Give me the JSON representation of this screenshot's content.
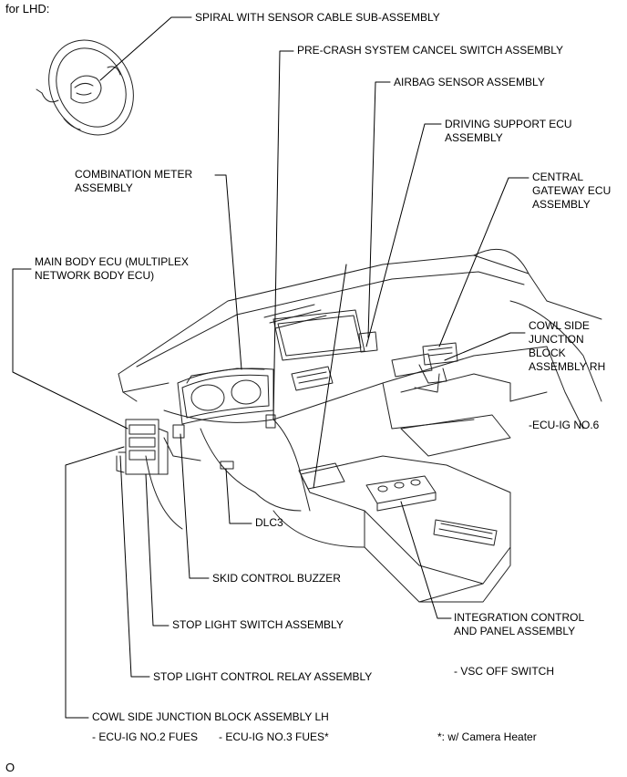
{
  "header": {
    "variant": "for LHD:"
  },
  "labels": {
    "spiral": "SPIRAL WITH SENSOR CABLE SUB-ASSEMBLY",
    "precrash": "PRE-CRASH SYSTEM CANCEL SWITCH ASSEMBLY",
    "airbag": "AIRBAG SENSOR ASSEMBLY",
    "driving": "DRIVING SUPPORT ECU\nASSEMBLY",
    "combo": "COMBINATION METER\nASSEMBLY",
    "gateway": "CENTRAL\nGATEWAY ECU\nASSEMBLY",
    "mainbody": "MAIN BODY ECU (MULTIPLEX\nNETWORK BODY ECU)",
    "cowl_rh": "COWL SIDE\nJUNCTION\nBLOCK\nASSEMBLY RH",
    "ecu_ig6": "-ECU-IG NO.6",
    "dlc3": "DLC3",
    "skid": "SKID CONTROL BUZZER",
    "stop_switch": "STOP LIGHT SWITCH ASSEMBLY",
    "integration": "INTEGRATION CONTROL\nAND PANEL ASSEMBLY",
    "stop_relay": "STOP LIGHT CONTROL RELAY ASSEMBLY",
    "vsc": "- VSC OFF SWITCH",
    "cowl_lh": "COWL SIDE JUNCTION BLOCK ASSEMBLY LH",
    "fues2": "- ECU-IG NO.2 FUES",
    "fues3": "- ECU-IG NO.3 FUES*",
    "camera_note": "*: w/ Camera Heater"
  },
  "footer": {
    "code": "O"
  }
}
